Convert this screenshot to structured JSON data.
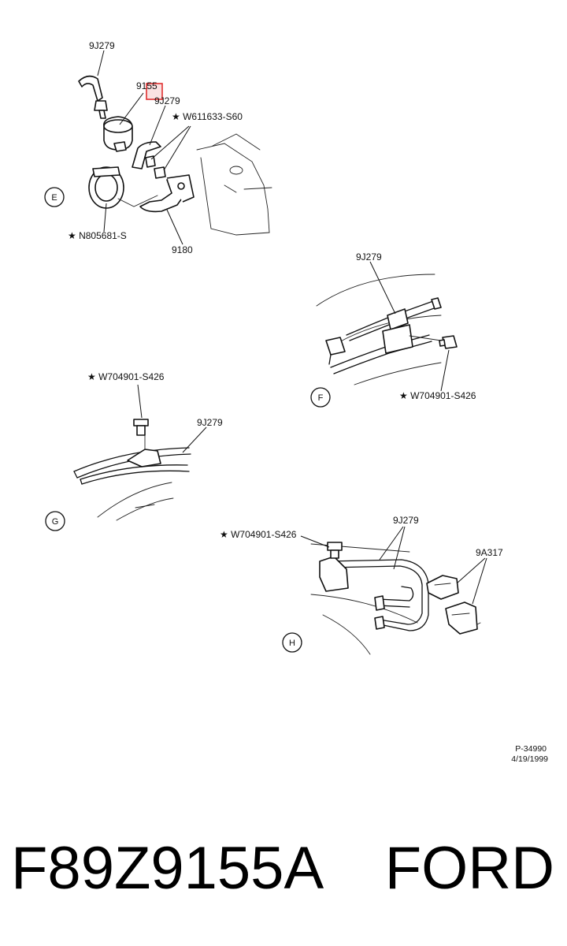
{
  "labels": {
    "e_top_9J279": "9J279",
    "e_9155": "9155",
    "e_9J279_b": "9J279",
    "e_W611633": "★ W611633-S60",
    "e_N805681": "★ N805681-S",
    "e_9180": "9180",
    "f_9J279": "9J279",
    "f_W704901": "★ W704901-S426",
    "g_W704901": "★ W704901-S426",
    "g_9J279": "9J279",
    "h_9J279": "9J279",
    "h_W704901": "★ W704901-S426",
    "h_9A317": "9A317"
  },
  "views": {
    "e": "E",
    "f": "F",
    "g": "G",
    "h": "H"
  },
  "reference": {
    "code": "P-34990",
    "date": "4/19/1999"
  },
  "footer": {
    "part_number": "F89Z9155A",
    "brand": "FORD"
  },
  "colors": {
    "highlight": "#e03030",
    "highlight_fill": "#f6c8c8"
  }
}
